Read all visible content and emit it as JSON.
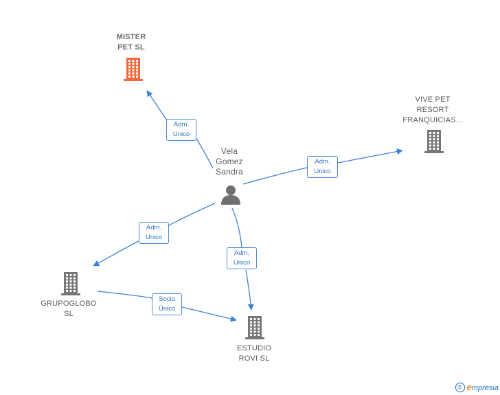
{
  "nodes": {
    "mister_pet": {
      "label": "MISTER\nPET  SL",
      "type": "company",
      "highlight": true
    },
    "vive_pet": {
      "label": "VIVE PET\nRESORT\nFRANQUICIAS...",
      "type": "company"
    },
    "person": {
      "label": "Vela\nGomez\nSandra",
      "type": "person"
    },
    "grupoglobo": {
      "label": "GRUPOGLOBO\nSL",
      "type": "company"
    },
    "estudio_rovi": {
      "label": "ESTUDIO\nROVI  SL",
      "type": "company"
    }
  },
  "edges": [
    {
      "id": "e1",
      "from": "person",
      "to": "mister_pet",
      "label": "Adm.\nUnico"
    },
    {
      "id": "e2",
      "from": "person",
      "to": "vive_pet",
      "label": "Adm.\nUnico"
    },
    {
      "id": "e3",
      "from": "person",
      "to": "grupoglobo",
      "label": "Adm.\nUnico"
    },
    {
      "id": "e4",
      "from": "person",
      "to": "estudio_rovi",
      "label": "Adm.\nUnico"
    },
    {
      "id": "e5",
      "from": "grupoglobo",
      "to": "estudio_rovi",
      "label": "Socio\nÚnico"
    }
  ],
  "colors": {
    "highlight_company": "#f26a3c",
    "company": "#777777",
    "person": "#6f6f6f",
    "edge": "#3d82d4"
  },
  "footer": {
    "copyright_symbol": "©",
    "brand_initial": "e",
    "brand_rest": "mpresia"
  }
}
